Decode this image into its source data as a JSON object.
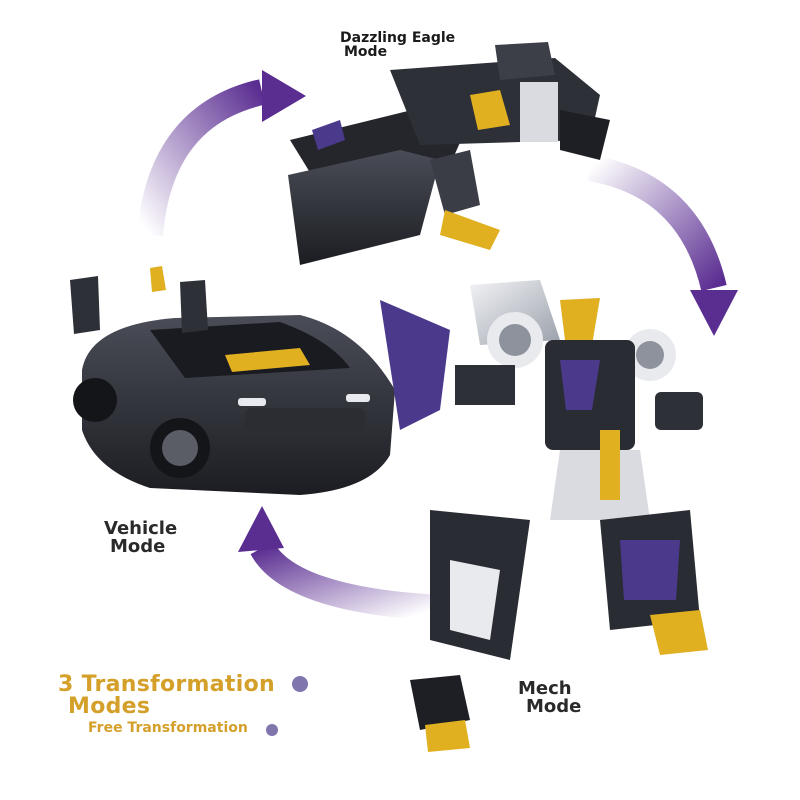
{
  "labels": {
    "eagle": [
      "Dazzling Eagle",
      "Mode"
    ],
    "vehicle": [
      "Vehicle",
      "Mode"
    ],
    "mech": [
      "Mech",
      "Mode"
    ]
  },
  "promo": {
    "title": [
      "3 Transformation",
      "Modes"
    ],
    "subtitle": "Free Transformation"
  },
  "colors": {
    "arrow": "#5a2d91",
    "robot_body": "#2a2c33",
    "robot_accent_gold": "#e0b020",
    "robot_accent_purple": "#4b3a8c",
    "promo_text": "#d4a02a"
  },
  "icons": [
    "cycle-arrow-icon"
  ]
}
